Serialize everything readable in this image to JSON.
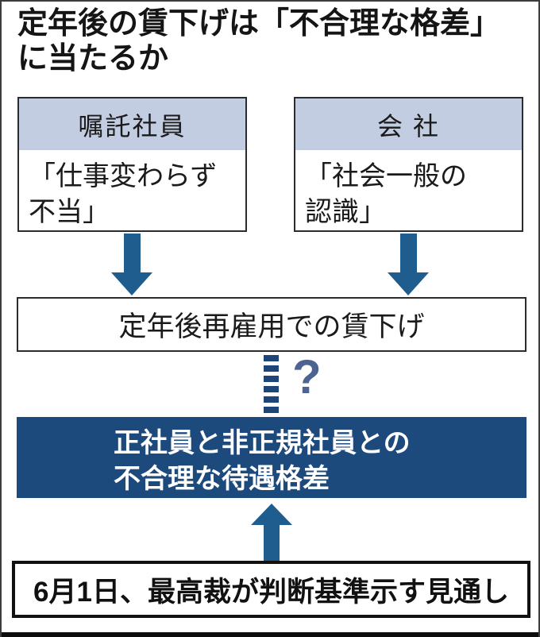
{
  "title": {
    "line1": "定年後の賃下げは「不合理な格差」",
    "line2": "に当たるか"
  },
  "top_boxes": [
    {
      "header": "嘱託社員",
      "body_line1": "「仕事変わらず",
      "body_line2": "不当」"
    },
    {
      "header": "会 社",
      "body_line1": "「社会一般の",
      "body_line2": "認識」"
    }
  ],
  "middle_box": {
    "label": "定年後再雇用での賃下げ"
  },
  "connector": {
    "question_mark": "?"
  },
  "dark_box": {
    "line1": "正社員と非正規社員との",
    "line2": "不合理な待遇格差"
  },
  "bottom_box": {
    "label": "6月1日、最高裁が判断基準示す見通し"
  },
  "colors": {
    "arrow_blue": "#205d8f",
    "dark_panel_blue": "#1d4a7d",
    "header_light_blue": "#c3cde2",
    "dash_navy": "#1d4578",
    "question_slate_blue": "#4d6493"
  }
}
